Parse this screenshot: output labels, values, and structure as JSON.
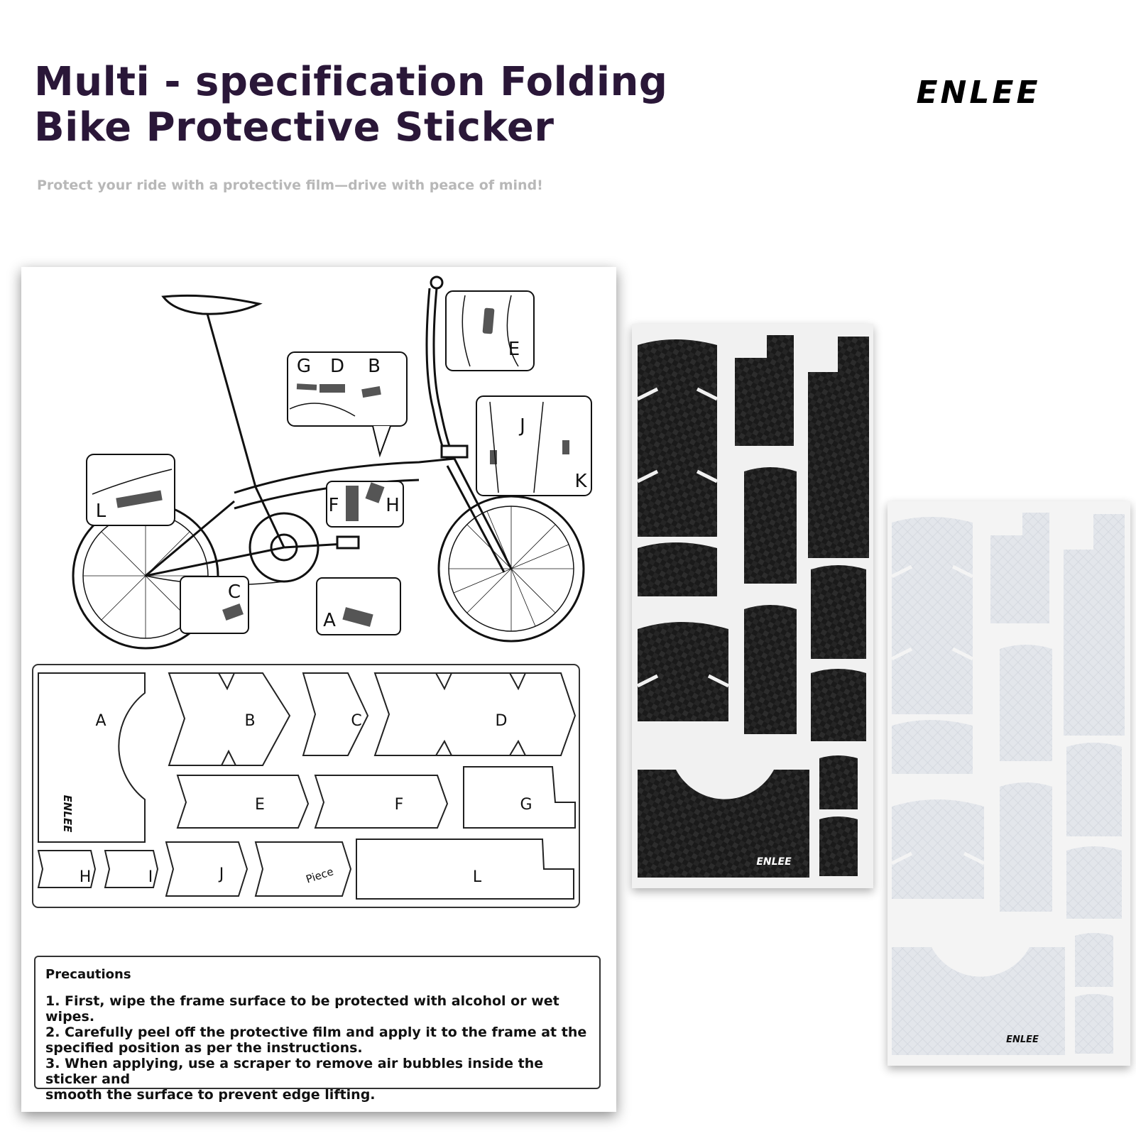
{
  "header": {
    "title_line1": "Multi - specification Folding",
    "title_line2": "Bike Protective Sticker",
    "subtitle": "Protect your ride with a protective film—drive with peace of mind!",
    "brand": "ENLEE"
  },
  "diagram": {
    "callouts": {
      "gdb": [
        "G",
        "D",
        "B"
      ],
      "e": "E",
      "j": "J",
      "k": "K",
      "l": "L",
      "f": "F",
      "h": "H",
      "c": "C",
      "a": "A"
    },
    "sticker_labels": {
      "a": "A",
      "b": "B",
      "c": "C",
      "d": "D",
      "e": "E",
      "f": "F",
      "g": "G",
      "h": "H",
      "i": "I",
      "j": "J",
      "piece": "Piece",
      "l": "L"
    },
    "sheet_brand": "ENLEE"
  },
  "precautions": {
    "title": "Precautions",
    "line1": "1. First, wipe the frame surface to be protected with alcohol or wet wipes.",
    "line2": "2. Carefully peel off the protective film and apply it to the frame at the",
    "line3": "specified position as per the instructions.",
    "line4": "3. When applying, use a scraper to remove air bubbles inside the sticker and",
    "line5": "smooth the surface to prevent edge lifting."
  },
  "products": {
    "dark_brand": "ENLEE",
    "light_brand": "ENLEE"
  },
  "colors": {
    "title": "#2a1738",
    "subtitle": "#b8b8b8",
    "carbon": "#1c1c1c",
    "clear_film": "#e6e8ec"
  }
}
